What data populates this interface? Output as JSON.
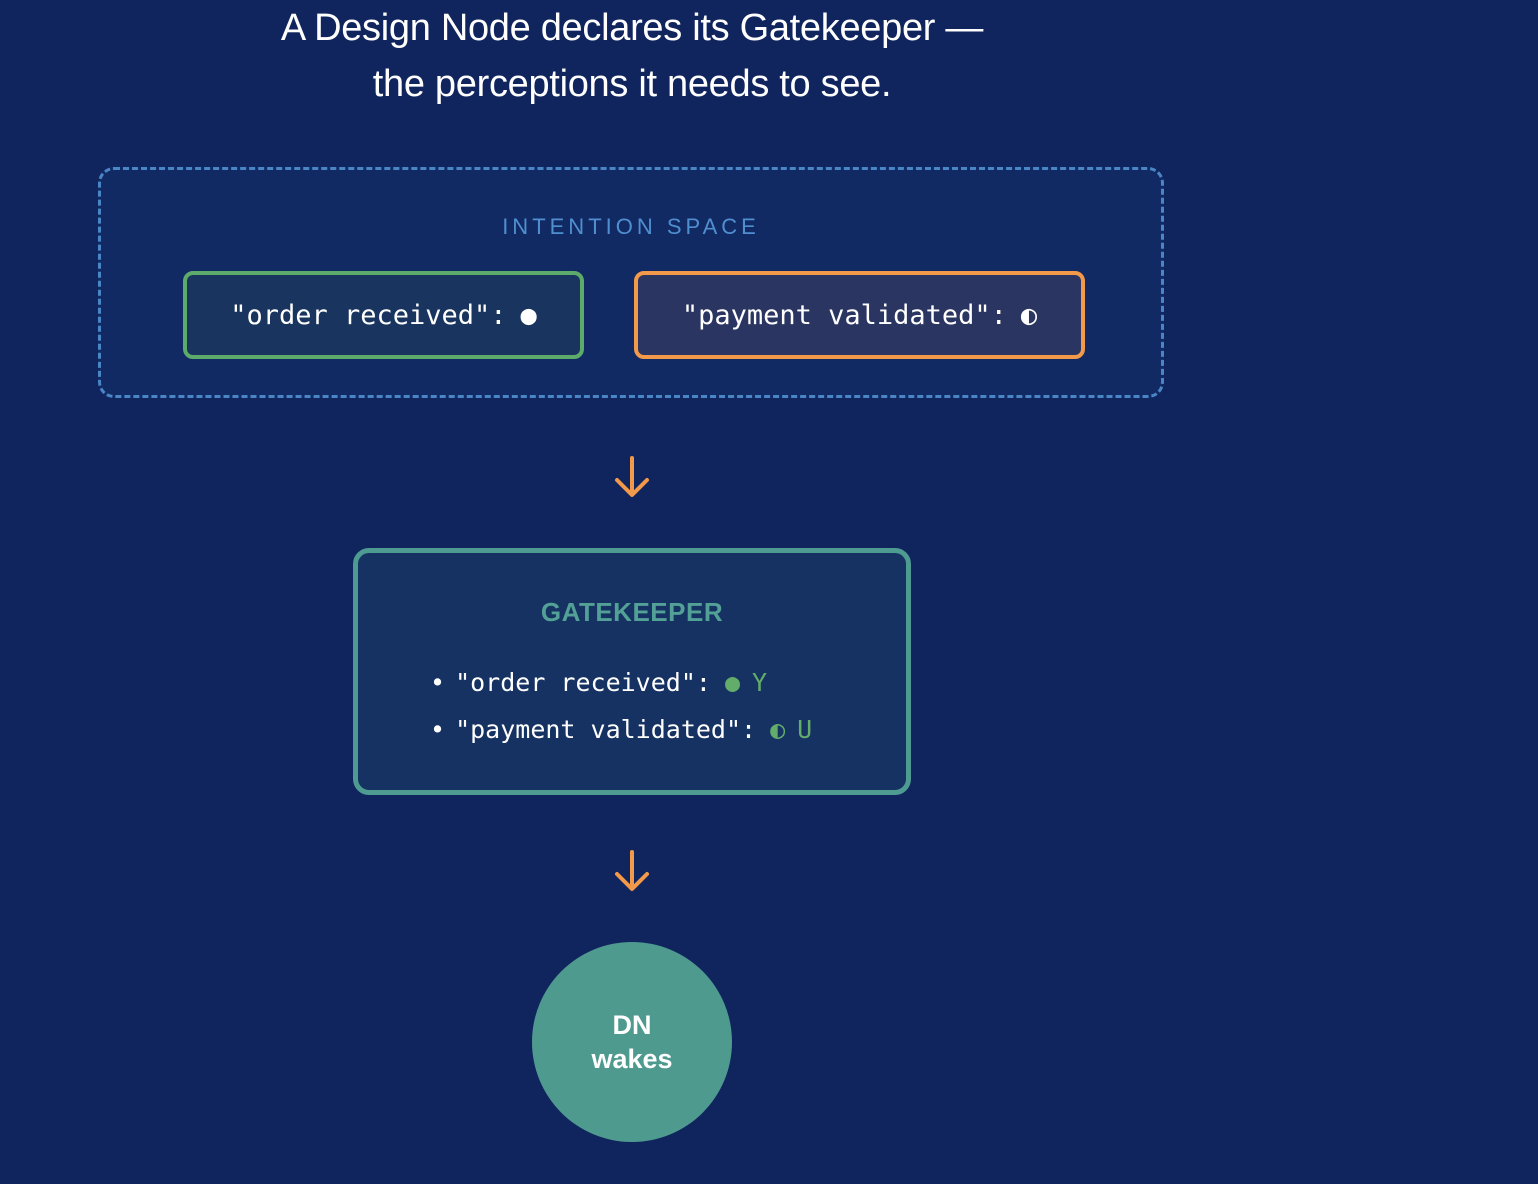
{
  "title": {
    "line1": "A Design Node declares its Gatekeeper —",
    "line2": "the perceptions it needs to see."
  },
  "intention_space": {
    "label": "INTENTION SPACE",
    "chips": [
      {
        "text": "\"order received\":",
        "symbol": "●",
        "border_color": "#5dab6a"
      },
      {
        "text": "\"payment validated\":",
        "symbol": "◐",
        "border_color": "#f2994a"
      }
    ]
  },
  "gatekeeper": {
    "title": "GATEKEEPER",
    "items": [
      {
        "bullet": "•",
        "text": "\"order received\":",
        "symbol": "●",
        "value": "Y"
      },
      {
        "bullet": "•",
        "text": "\"payment validated\":",
        "symbol": "◐",
        "value": "U"
      }
    ]
  },
  "dn_node": {
    "line1": "DN",
    "line2": "wakes"
  },
  "colors": {
    "background": "#10245e",
    "arrow": "#f2994a",
    "gatekeeper_accent": "#4d9b91",
    "status_green": "#63ad6b",
    "space_border": "#4a86c6"
  },
  "icons": [
    "arrow-down-icon",
    "filled-circle-icon",
    "half-circle-icon"
  ]
}
